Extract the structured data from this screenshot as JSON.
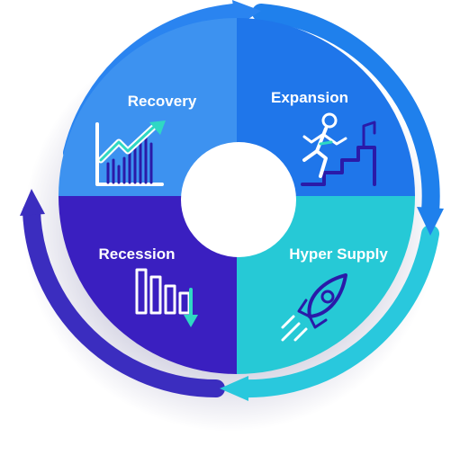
{
  "quadrants": [
    {
      "label": "Recovery",
      "icon": "growth-chart-icon",
      "color": "#3d92f0"
    },
    {
      "label": "Expansion",
      "icon": "climbing-stairs-icon",
      "color": "#1f76ea"
    },
    {
      "label": "Hyper Supply",
      "icon": "rocket-icon",
      "color": "#26c9d6"
    },
    {
      "label": "Recession",
      "icon": "declining-chart-icon",
      "color": "#3a1fc0"
    }
  ],
  "colors": {
    "ring_top": "#2a84f0",
    "ring_right": "#1f80ec",
    "ring_bottom": "#29c8dd",
    "ring_left": "#3b2dbf",
    "icon_line": "#ffffff",
    "icon_accent": "#2fd8c3",
    "icon_dark": "#2a1aa8"
  }
}
